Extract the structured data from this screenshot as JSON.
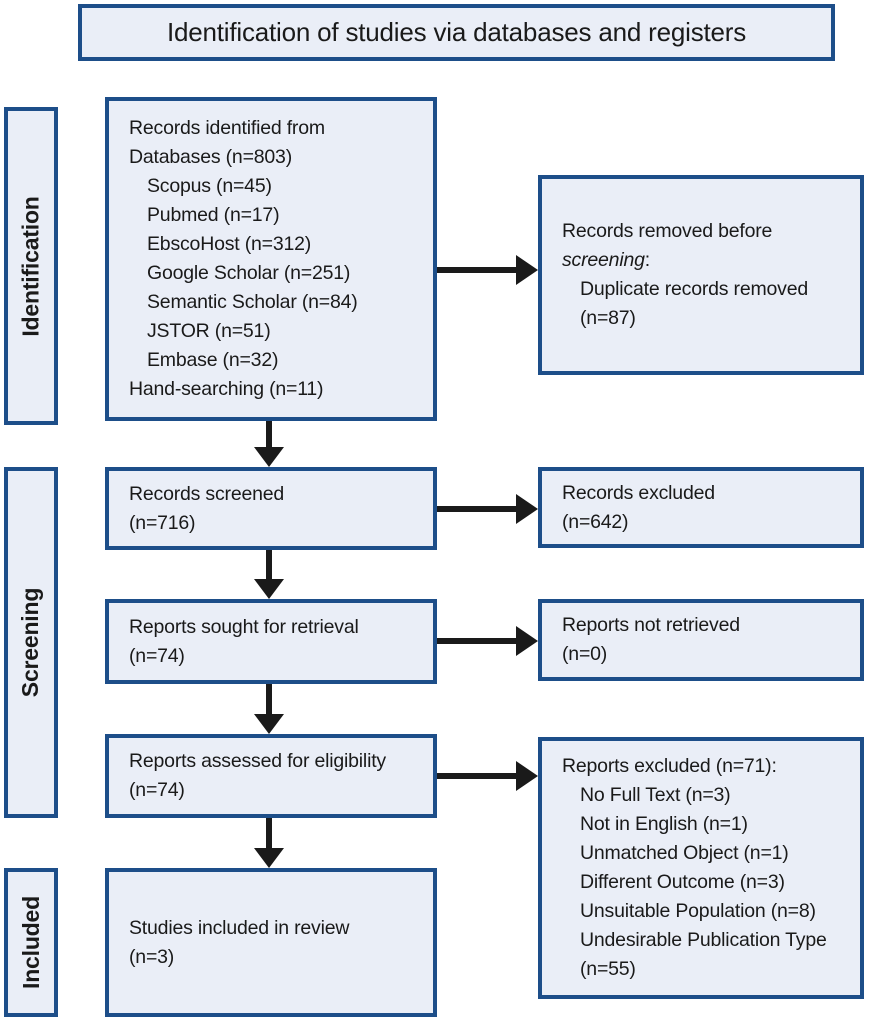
{
  "title": "Identification of studies via databases and registers",
  "sidebar": {
    "identification": "Identification",
    "screening": "Screening",
    "included": "Included"
  },
  "boxes": {
    "records_identified": {
      "lines": [
        {
          "text": "Records identified from"
        },
        {
          "text": "Databases (n=803)"
        },
        {
          "text": "Scopus (n=45)",
          "indent": true
        },
        {
          "text": "Pubmed (n=17)",
          "indent": true
        },
        {
          "text": "EbscoHost (n=312)",
          "indent": true
        },
        {
          "text": "Google Scholar (n=251)",
          "indent": true
        },
        {
          "text": "Semantic Scholar (n=84)",
          "indent": true
        },
        {
          "text": "JSTOR (n=51)",
          "indent": true
        },
        {
          "text": "Embase (n=32)",
          "indent": true
        },
        {
          "text": "Hand-searching (n=11)"
        }
      ]
    },
    "records_removed": {
      "lines": [
        {
          "text": "Records removed before"
        },
        {
          "parts": [
            {
              "text": "screening",
              "italic": true
            },
            {
              "text": ":"
            }
          ]
        },
        {
          "text": "Duplicate records removed",
          "indent": true
        },
        {
          "text": "(n=87)",
          "indent": true
        }
      ]
    },
    "records_screened": {
      "lines": [
        {
          "text": "Records screened"
        },
        {
          "text": "(n=716)"
        }
      ]
    },
    "records_excluded": {
      "lines": [
        {
          "text": "Records excluded"
        },
        {
          "text": "(n=642)"
        }
      ]
    },
    "reports_sought": {
      "lines": [
        {
          "text": "Reports sought for retrieval"
        },
        {
          "text": "(n=74)"
        }
      ]
    },
    "reports_not_retrieved": {
      "lines": [
        {
          "text": "Reports not retrieved"
        },
        {
          "text": "(n=0)"
        }
      ]
    },
    "reports_assessed": {
      "lines": [
        {
          "text": "Reports assessed for eligibility"
        },
        {
          "text": "(n=74)"
        }
      ]
    },
    "reports_excluded": {
      "lines": [
        {
          "text": "Reports excluded (n=71):"
        },
        {
          "text": "No Full Text (n=3)",
          "indent": true
        },
        {
          "text": "Not in English (n=1)",
          "indent": true
        },
        {
          "text": "Unmatched Object (n=1)",
          "indent": true
        },
        {
          "text": "Different Outcome (n=3)",
          "indent": true
        },
        {
          "text": "Unsuitable Population (n=8)",
          "indent": true
        },
        {
          "text": "Undesirable Publication Type",
          "indent": true
        },
        {
          "text": "(n=55)",
          "indent": true
        }
      ]
    },
    "studies_included": {
      "lines": [
        {
          "text": "Studies included in review"
        },
        {
          "text": "(n=3)"
        }
      ]
    }
  },
  "colors": {
    "border": "#1d4e89",
    "fill": "#eaeef7",
    "arrow": "#1a1a1a",
    "text": "#1a1a1a"
  }
}
